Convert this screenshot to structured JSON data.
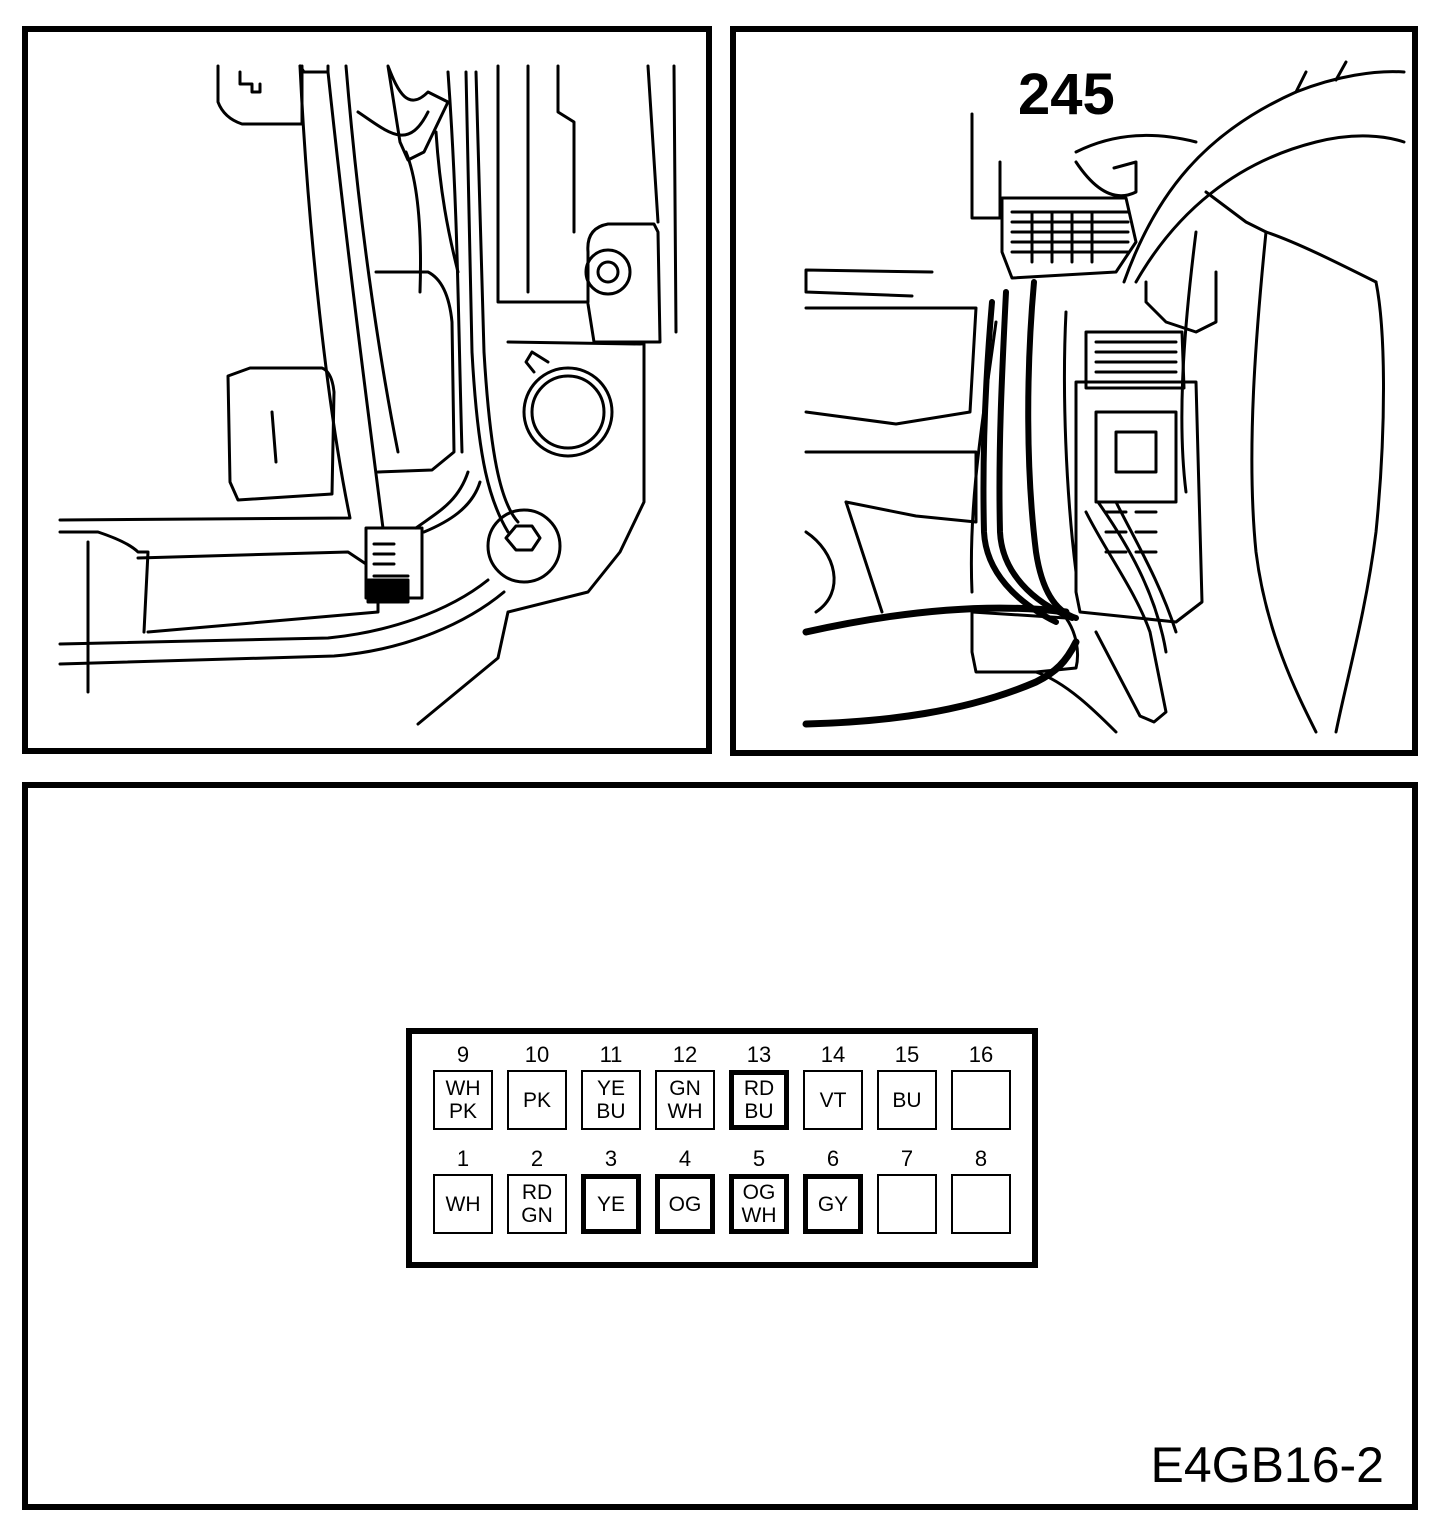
{
  "photo_left": {},
  "photo_right": {
    "callout_number": "245"
  },
  "connector": {
    "upper_row": [
      {
        "number": "9",
        "colors": [
          "WH",
          "PK"
        ],
        "highlight": false
      },
      {
        "number": "10",
        "colors": [
          "PK"
        ],
        "highlight": false
      },
      {
        "number": "11",
        "colors": [
          "YE",
          "BU"
        ],
        "highlight": false
      },
      {
        "number": "12",
        "colors": [
          "GN",
          "WH"
        ],
        "highlight": false
      },
      {
        "number": "13",
        "colors": [
          "RD",
          "BU"
        ],
        "highlight": true
      },
      {
        "number": "14",
        "colors": [
          "VT"
        ],
        "highlight": false
      },
      {
        "number": "15",
        "colors": [
          "BU"
        ],
        "highlight": false
      },
      {
        "number": "16",
        "colors": [],
        "highlight": false
      }
    ],
    "lower_row": [
      {
        "number": "1",
        "colors": [
          "WH"
        ],
        "highlight": false
      },
      {
        "number": "2",
        "colors": [
          "RD",
          "GN"
        ],
        "highlight": false
      },
      {
        "number": "3",
        "colors": [
          "YE"
        ],
        "highlight": true
      },
      {
        "number": "4",
        "colors": [
          "OG"
        ],
        "highlight": true
      },
      {
        "number": "5",
        "colors": [
          "OG",
          "WH"
        ],
        "highlight": true
      },
      {
        "number": "6",
        "colors": [
          "GY"
        ],
        "highlight": true
      },
      {
        "number": "7",
        "colors": [],
        "highlight": false
      },
      {
        "number": "8",
        "colors": [],
        "highlight": false
      }
    ]
  },
  "diagram_code": "E4GB16-2"
}
